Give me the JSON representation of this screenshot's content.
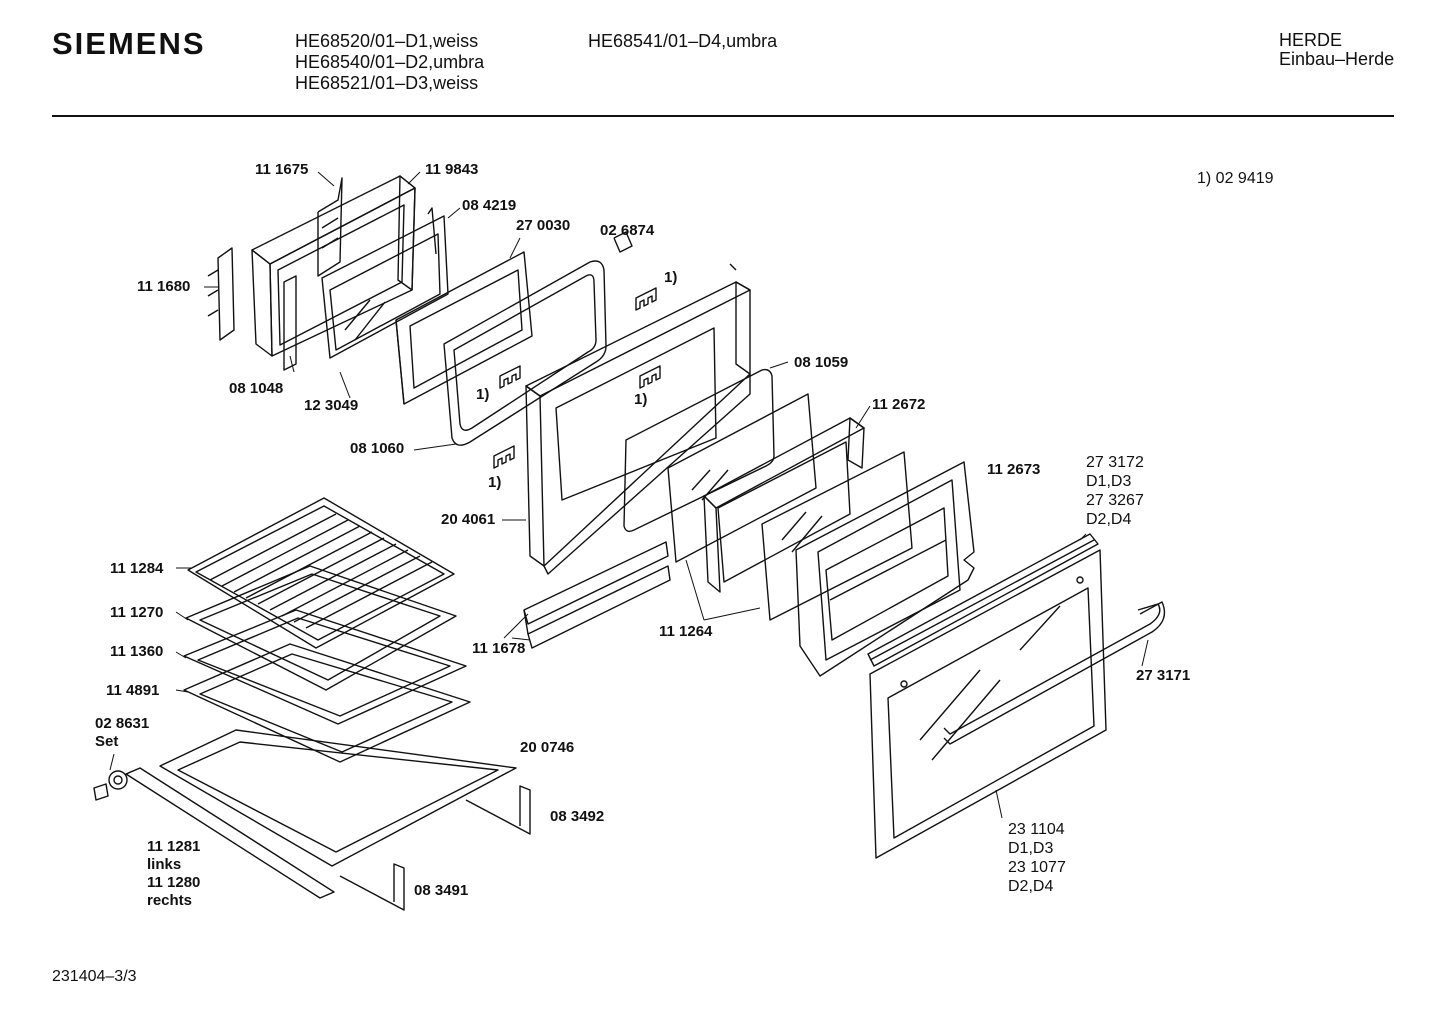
{
  "header": {
    "brand": "SIEMENS",
    "models_col1": [
      "HE68520/01–D1,weiss",
      "HE68540/01–D2,umbra",
      "HE68521/01–D3,weiss"
    ],
    "models_col2": [
      "HE68541/01–D4,umbra"
    ],
    "category": [
      "HERDE",
      "Einbau–Herde"
    ]
  },
  "note": "1)  02 9419",
  "labels": {
    "p111675": "11 1675",
    "p119843": "11 9843",
    "p084219": "08 4219",
    "p270030": "27 0030",
    "p026874": "02 6874",
    "fn1a": "1)",
    "p111680": "11 1680",
    "p081048": "08 1048",
    "p123049": "12 3049",
    "fn1b": "1)",
    "fn1c": "1)",
    "p081060": "08 1060",
    "fn1d": "1)",
    "p081059": "08 1059",
    "p112672": "11 2672",
    "p112673": "11 2673",
    "p273172": [
      "27 3172",
      "D1,D3",
      "27 3267",
      "D2,D4"
    ],
    "p204061": "20 4061",
    "p111284": "11 1284",
    "p111270": "11 1270",
    "p111360": "11 1360",
    "p114891": "11 4891",
    "p028631": [
      "02 8631",
      "Set"
    ],
    "p200746": "20 0746",
    "p083492": "08 3492",
    "p111281": [
      "11 1281",
      "links",
      "11 1280",
      "rechts"
    ],
    "p083491": "08 3491",
    "p111678": "11 1678",
    "p111264": "11 1264",
    "p273171": "27 3171",
    "p231104": [
      "23 1104",
      "D1,D3",
      "23 1077",
      "D2,D4"
    ]
  },
  "footer": "231404–3/3"
}
